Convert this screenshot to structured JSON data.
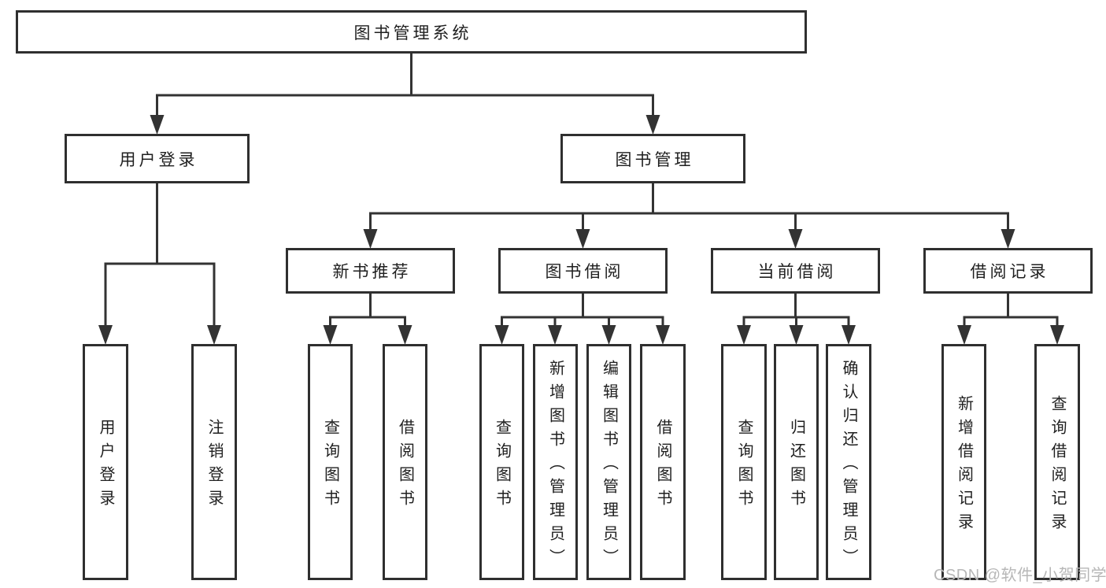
{
  "tree": {
    "root": {
      "label": "图书管理系统"
    },
    "level1": [
      {
        "label": "用户登录"
      },
      {
        "label": "图书管理"
      }
    ],
    "level2": [
      {
        "label": "新书推荐"
      },
      {
        "label": "图书借阅"
      },
      {
        "label": "当前借阅"
      },
      {
        "label": "借阅记录"
      }
    ],
    "leafGroups": [
      {
        "parent": "用户登录",
        "items": [
          {
            "label": "用户登录"
          },
          {
            "label": "注销登录"
          }
        ]
      },
      {
        "parent": "新书推荐",
        "items": [
          {
            "label": "查询图书"
          },
          {
            "label": "借阅图书"
          }
        ]
      },
      {
        "parent": "图书借阅",
        "items": [
          {
            "label": "查询图书"
          },
          {
            "label": "新增图书（管理员）"
          },
          {
            "label": "编辑图书（管理员）"
          },
          {
            "label": "借阅图书"
          }
        ]
      },
      {
        "parent": "当前借阅",
        "items": [
          {
            "label": "查询图书"
          },
          {
            "label": "归还图书"
          },
          {
            "label": "确认归还（管理员）"
          }
        ]
      },
      {
        "parent": "借阅记录",
        "items": [
          {
            "label": "新增借阅记录"
          },
          {
            "label": "查询借阅记录"
          }
        ]
      }
    ]
  },
  "watermark": {
    "text": "CSDN @软件_小贺同学"
  },
  "colors": {
    "line": "#333333",
    "box_border": "#2f2f2f",
    "text": "#1f1f1f",
    "watermark": "#b7b7b7",
    "background": "#ffffff"
  }
}
